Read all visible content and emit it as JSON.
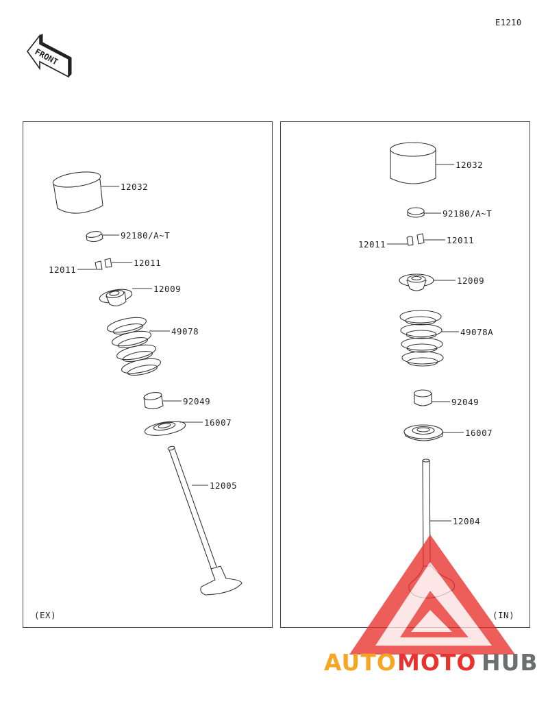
{
  "diagram_code": "E1210",
  "front_arrow": {
    "label": "FRONT",
    "icon": "front-arrow-icon"
  },
  "ex_panel": {
    "caption": "(EX)",
    "labels": {
      "tappet": "12032",
      "shim": "92180/A~T",
      "cotter_left": "12011",
      "cotter_right": "12011",
      "retainer": "12009",
      "spring": "49078",
      "seal": "92049",
      "seat": "16007",
      "valve": "12005"
    }
  },
  "in_panel": {
    "caption": "(IN)",
    "labels": {
      "tappet": "12032",
      "shim": "92180/A~T",
      "cotter_left": "12011",
      "cotter_right": "12011",
      "retainer": "12009",
      "spring": "49078A",
      "seal": "92049",
      "seat": "16007",
      "valve": "12004"
    }
  },
  "watermark": {
    "part1": "AUTO",
    "part2": "MOTO",
    "part3": "HUB",
    "colors": {
      "orange": "#f5a623",
      "red": "#e8322d",
      "gray": "#6d6e70"
    }
  }
}
